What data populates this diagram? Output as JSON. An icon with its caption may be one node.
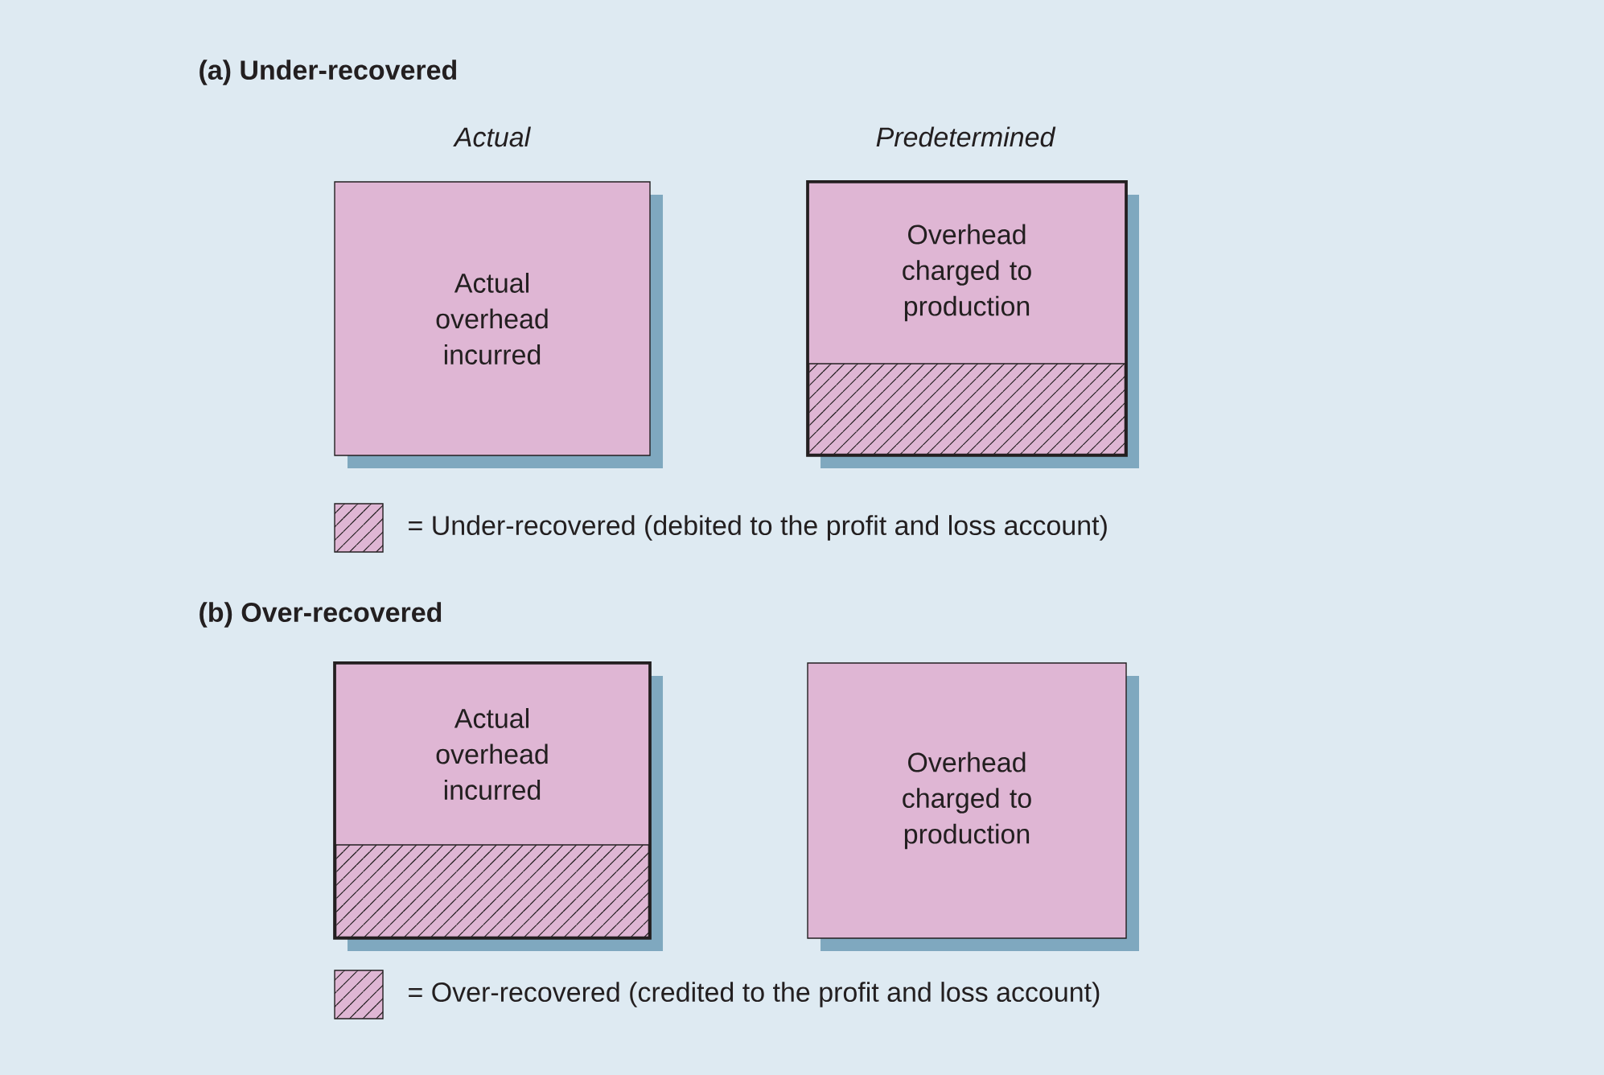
{
  "diagram": {
    "nodes": [
      {
        "text": [
          "Actual overhead incurred"
        ]
      },
      {
        "text": [
          "Overhead charged to production"
        ]
      },
      {
        "text": [],
        "shape": "bar",
        "in": 1
      },
      {
        "text": [
          "Actual overhead incurred"
        ]
      },
      {
        "text": [],
        "shape": "bar",
        "in": 3
      },
      {
        "text": [
          "Overhead charged to production"
        ]
      }
    ],
    "labels": [
      "(a) Under-recovered",
      "Actual",
      "Predetermined",
      "(b) Over-recovered"
    ],
    "legend": [
      {
        "text": "= Under-recovered (debited to the profit and loss account)"
      },
      {
        "text": "= Over-recovered (credited to the profit and loss account)"
      }
    ]
  }
}
